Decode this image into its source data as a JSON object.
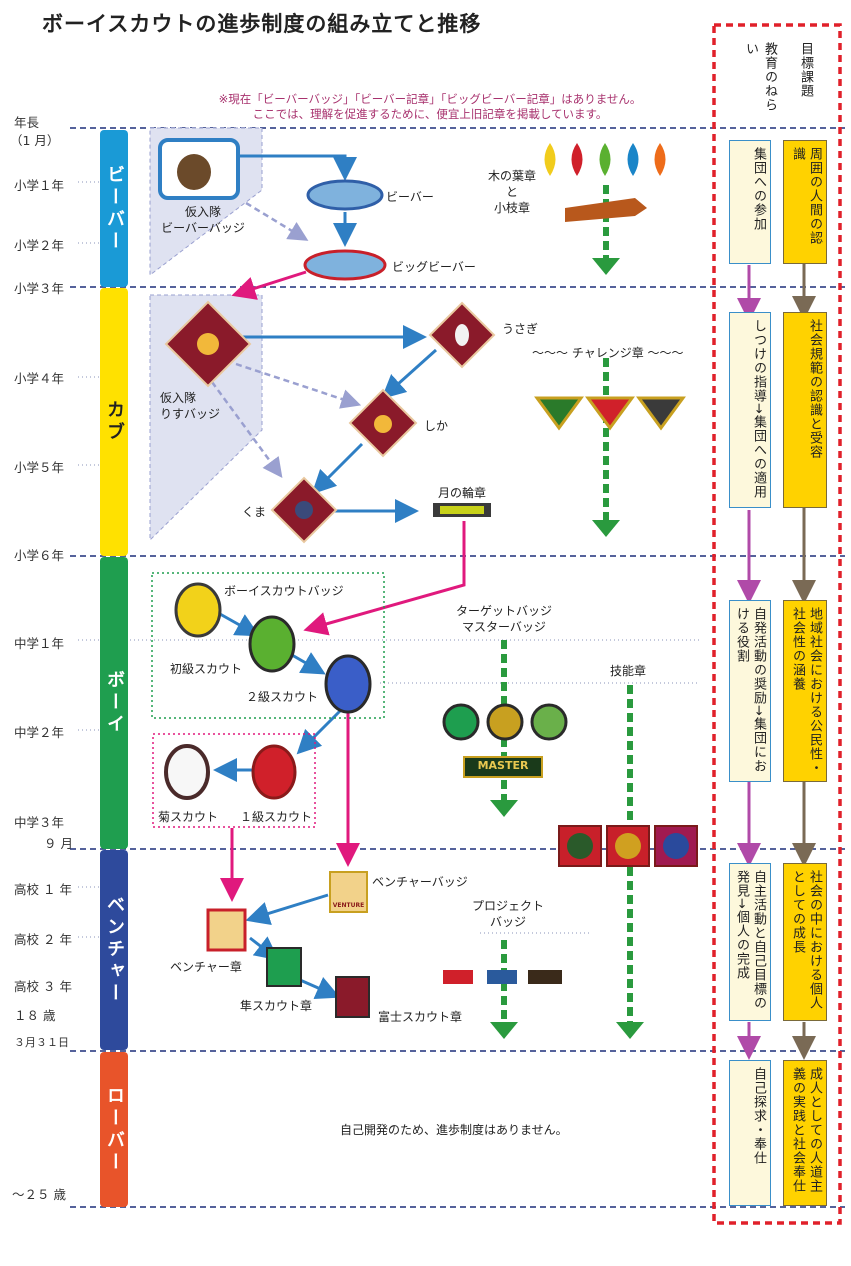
{
  "title": "ボーイスカウトの進歩制度の組み立てと推移",
  "note": [
    "※現在「ビーバーバッジ」「ビーバー記章」「ビッグビーバー記章」はありません。",
    "ここでは、理解を促進するために、便宜上旧記章を掲載しています。"
  ],
  "ages": {
    "nencho": "年長",
    "nencho2": "（1 月）",
    "s1": "小学１年",
    "s2": "小学２年",
    "s3": "小学３年",
    "s4": "小学４年",
    "s5": "小学５年",
    "s6": "小学６年",
    "c1": "中学１年",
    "c2": "中学２年",
    "c3": "中学３年",
    "c3b": "９ 月",
    "k1": "高校 １ 年",
    "k2": "高校 ２ 年",
    "k3": "高校 ３ 年",
    "a18": "１８ 歳",
    "a18b": "３月３１日",
    "a25": "～２５ 歳"
  },
  "stages": {
    "beaver": "ビーバー",
    "cub": "カブ",
    "boy": "ボーイ",
    "venture": "ベンチャー",
    "rover": "ローバー"
  },
  "labels": {
    "beaver_provisional": [
      "仮入隊",
      "ビーバーバッジ"
    ],
    "beaver": "ビーバー",
    "big_beaver": "ビッグビーバー",
    "leaf_twig": [
      "木の葉章",
      "と",
      "小枝章"
    ],
    "cub_provisional": [
      "仮入隊",
      "りすバッジ"
    ],
    "usagi": "うさぎ",
    "challenge": "〜〜〜 チャレンジ章 〜〜〜",
    "shika": "しか",
    "kuma": "くま",
    "moon": "月の輪章",
    "boyscout_badge": "ボーイスカウトバッジ",
    "first_class_beginner": "初級スカウト",
    "second_class": "２級スカウト",
    "target_master": [
      "ターゲットバッジ",
      "マスターバッジ"
    ],
    "skill": "技能章",
    "kiku": "菊スカウト",
    "first_class": "１級スカウト",
    "master_word": "MASTER",
    "venture_badge": "ベンチャーバッジ",
    "venture_word": "VENTURE",
    "project": [
      "プロジェクト",
      "バッジ"
    ],
    "venture_sho": "ベンチャー章",
    "hayabusa": "隼スカウト章",
    "fuji": "富士スカウト章",
    "rover_text": "自己開発のため、進歩制度はありません。"
  },
  "right": {
    "head_aim": "教育のねらい",
    "head_goal": "目標課題",
    "aims": [
      "集団への参加",
      "しつけの指導→集団への適用",
      "自発活動の奨励→集団における役割",
      "自主活動と自己目標の発見→個人の完成",
      "自己探求・奉仕"
    ],
    "goals": [
      "周囲の人間の認識",
      "社会規範の認識と受容",
      "地域社会における公民性・社会性の涵養",
      "社会の中における個人としての成長",
      "成人としての人道主義の実践と社会奉仕"
    ]
  },
  "colors": {
    "beaver": "#1a9ad6",
    "cub": "#ffe100",
    "boy": "#1f9e4f",
    "venture": "#2e4a9c",
    "rover": "#e8542a",
    "arrow_blue": "#2f7fc4",
    "arrow_pink": "#e0197d",
    "arrow_green": "#2a9a3e",
    "arrow_purple": "#b04aa8",
    "arrow_brown": "#7a6a55",
    "frame_red": "#e0202a",
    "cub_diamond": "#8a1a2a"
  }
}
